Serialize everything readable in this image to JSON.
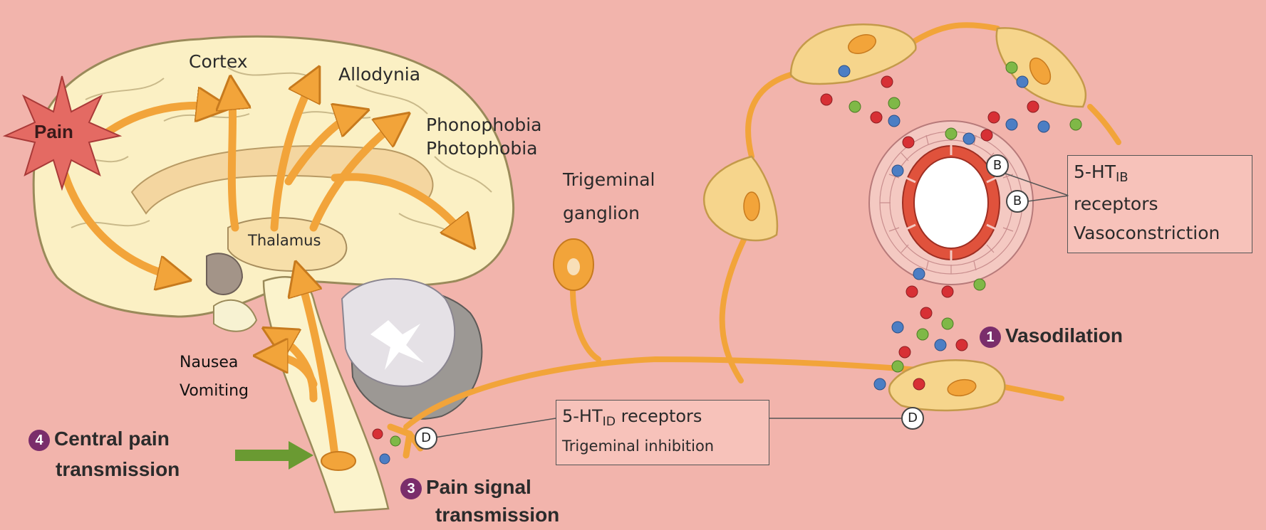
{
  "brain_labels": {
    "cortex": "Cortex",
    "allodynia": "Allodynia",
    "phonophobia": "Phonophobia",
    "photophobia": "Photophobia",
    "thalamus": "Thalamus",
    "nausea": "Nausea",
    "vomiting": "Vomiting",
    "pain": "Pain"
  },
  "ganglion_label": {
    "line1": "Trigeminal",
    "line2": "ganglion"
  },
  "steps": [
    {
      "number": "1",
      "label": "Vasodilation"
    },
    {
      "number": "3",
      "line1": "Pain signal",
      "line2": "transmission"
    },
    {
      "number": "4",
      "line1": "Central pain",
      "line2": "transmission"
    }
  ],
  "receptor_1b": {
    "prefix": "5-HT",
    "subscript": "IB",
    "line2": "receptors",
    "line3": "Vasoconstriction",
    "marker": "B"
  },
  "receptor_1d": {
    "prefix": "5-HT",
    "subscript": "ID",
    "suffix": " receptors",
    "line2": "Trigeminal inhibition",
    "marker": "D"
  },
  "colors": {
    "background": "#F2B4AC",
    "nerve": "#F2A43A",
    "brain": "#FBF0C4",
    "vessel_wall": "#E0523C",
    "step_badge": "#7A2D6B",
    "pain_burst": "#E46A63",
    "green_arrow": "#6A9A32"
  }
}
